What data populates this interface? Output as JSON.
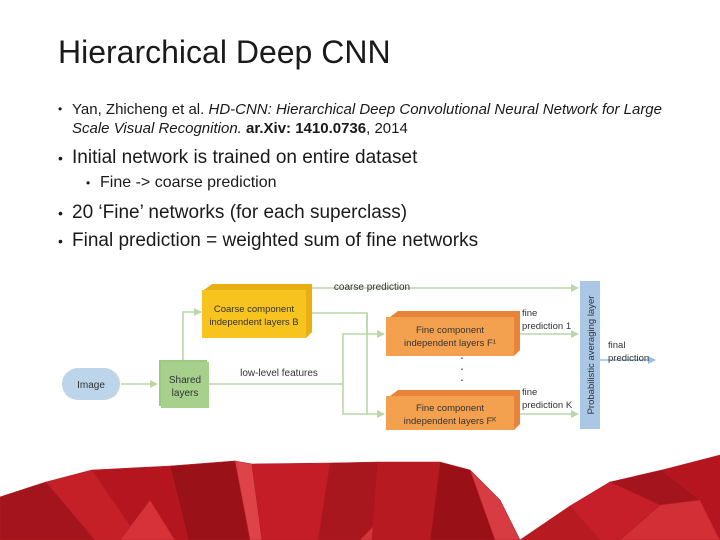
{
  "slide": {
    "title": "Hierarchical Deep CNN",
    "reference": {
      "authors": "Yan, Zhicheng et al. ",
      "paper_title": "HD-CNN: Hierarchical Deep Convolutional Neural Network for Large Scale Visual Recognition",
      "sep": ". ",
      "arxiv": "ar.Xiv: 1410.0736",
      "year": ", 2014"
    },
    "bullet_1": "Initial network is trained on entire dataset",
    "bullet_1_sub": "Fine -> coarse prediction",
    "bullet_2": "20 ‘Fine’ networks (for each superclass)",
    "bullet_3": "Final prediction = weighted sum of fine networks"
  },
  "diagram": {
    "image_label": "Image",
    "shared_line1": "Shared",
    "shared_line2": "layers",
    "low_level": "low-level features",
    "coarse_line1": "Coarse component",
    "coarse_line2": "independent layers B",
    "coarse_prediction": "coarse prediction",
    "fine1_line1": "Fine component",
    "fine1_line2": "independent layers F¹",
    "fine1_pred_line1": "fine",
    "fine1_pred_line2": "prediction 1",
    "fineK_line1": "Fine component",
    "fineK_line2": "independent layers Fᴷ",
    "fineK_pred_line1": "fine",
    "fineK_pred_line2": "prediction K",
    "prob_layer": "Probabilistic averaging layer",
    "final_line1": "final",
    "final_line2": "prediction",
    "ellipsis": "·"
  },
  "colors": {
    "yellow": "#f7c31f",
    "orange": "#f4a14f",
    "green": "#a6d08b",
    "blue_light": "#bcd5ea",
    "blue_bar": "#aac8e6",
    "arrow": "#b9d7a8",
    "red_deco": "#c81f28"
  }
}
